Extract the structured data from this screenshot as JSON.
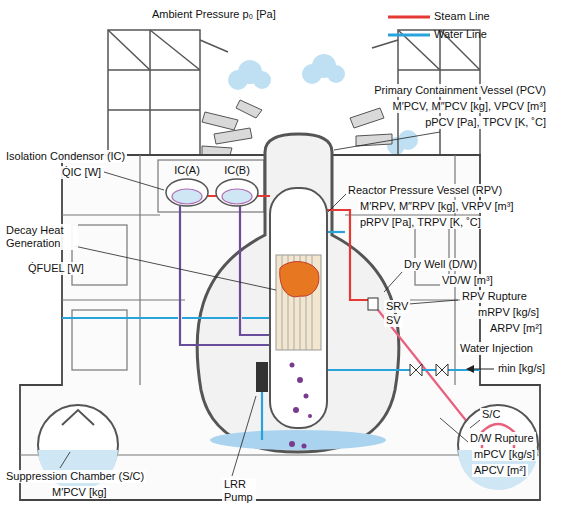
{
  "diagram": {
    "nodes": [
      {
        "text": [
          "IC(A)"
        ]
      },
      {
        "text": [
          "IC(B)"
        ]
      }
    ],
    "labels": [
      "Ambient Pressure p₀ [Pa]",
      "Primary Containment Vessel (PCV)",
      "M′PCV, M″PCV [kg], VPCV [m³]",
      "pPCV [Pa], TPCV [K, ˚C]",
      "Isolation Condensor (IC)",
      "Q̇IC [W]",
      "Reactor Pressure Vessel (RPV)",
      "M′RPV, M″RPV [kg], VRPV [m³]",
      "pRPV [Pa], TRPV [K, ˚C]",
      "Dry Well (D/W)",
      "VD/W [m³]",
      "Decay Heat Generation",
      "Q̇FUEL [W]",
      "RPV Rupture",
      "mRPV [kg/s]",
      "ARPV [m²]",
      "SRV",
      "SV",
      "Water Injection",
      "ṁin [kg/s]",
      "S/C",
      "LRR Pump",
      "D/W Rupture",
      "mPCV [kg/s]",
      "APCV [m²]",
      "Suppression Chamber (S/C)",
      "M′PCV [kg]"
    ],
    "legend": [
      {
        "text": "Steam Line"
      },
      {
        "text": "Water Line"
      }
    ]
  }
}
